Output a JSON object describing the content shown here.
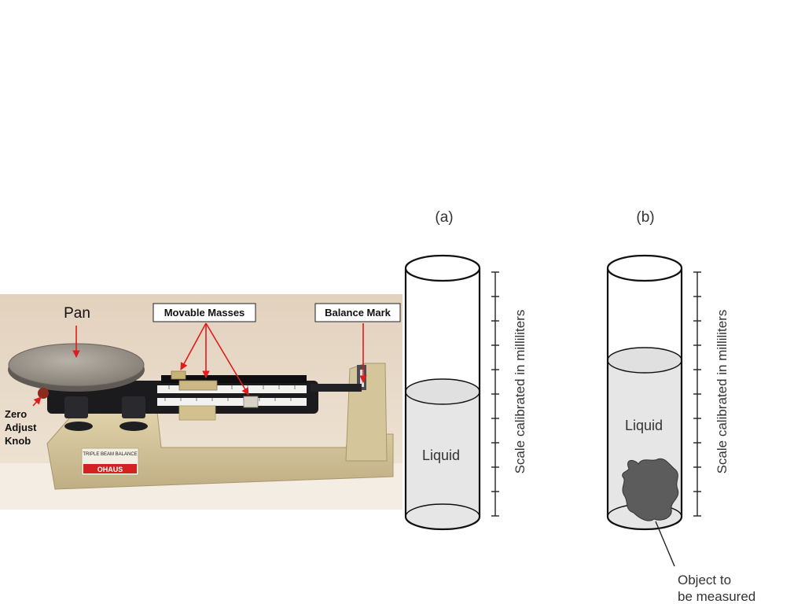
{
  "balance": {
    "pan_label": "Pan",
    "movable_masses_label": "Movable Masses",
    "balance_mark_label": "Balance Mark",
    "zero_adjust_label": [
      "Zero",
      "Adjust",
      "Knob"
    ],
    "plate_line1": "TRIPLE BEAM BALANCE",
    "plate_brand": "OHAUS",
    "colors": {
      "arrow": "#e01b1b",
      "brand": "#d42222",
      "base": "#d9c9a0",
      "wall": "#e6d7c2"
    }
  },
  "cylinder_a": {
    "panel_label": "(a)",
    "liquid_label": "Liquid",
    "scale_label": "Scale calibrated in milliliters"
  },
  "cylinder_b": {
    "panel_label": "(b)",
    "liquid_label": "Liquid",
    "scale_label": "Scale calibrated in milliliters",
    "object_label": [
      "Object to",
      "be measured"
    ]
  }
}
